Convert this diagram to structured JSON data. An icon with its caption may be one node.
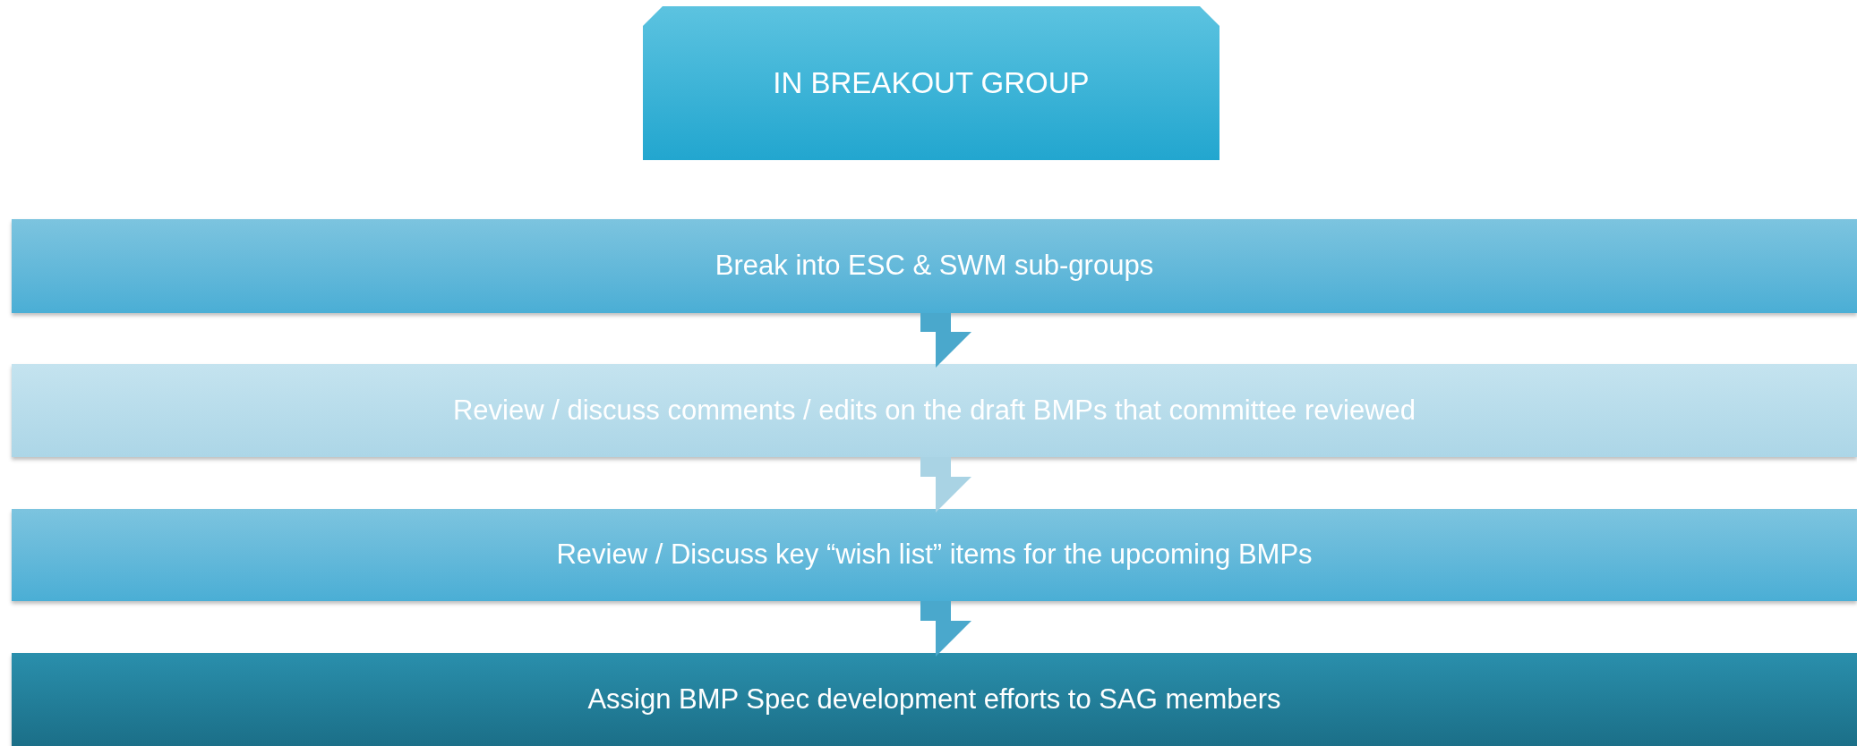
{
  "diagram": {
    "nodes": [
      {
        "text": [
          "IN BREAKOUT GROUP"
        ]
      },
      {
        "text": [
          "Break into ESC & SWM sub-groups"
        ]
      },
      {
        "text": [
          "Review / discuss comments / edits on the draft BMPs that committee reviewed"
        ]
      },
      {
        "text": [
          "Review / Discuss key “wish list” items for the upcoming BMPs"
        ]
      },
      {
        "text": [
          "Assign BMP Spec development efforts to SAG members"
        ]
      }
    ],
    "edges": [
      {
        "from": 1,
        "to": 2,
        "arrow": "to"
      },
      {
        "from": 2,
        "to": 3,
        "arrow": "to",
        "color": "#a9d3e4"
      },
      {
        "from": 3,
        "to": 4,
        "arrow": "to"
      }
    ]
  }
}
